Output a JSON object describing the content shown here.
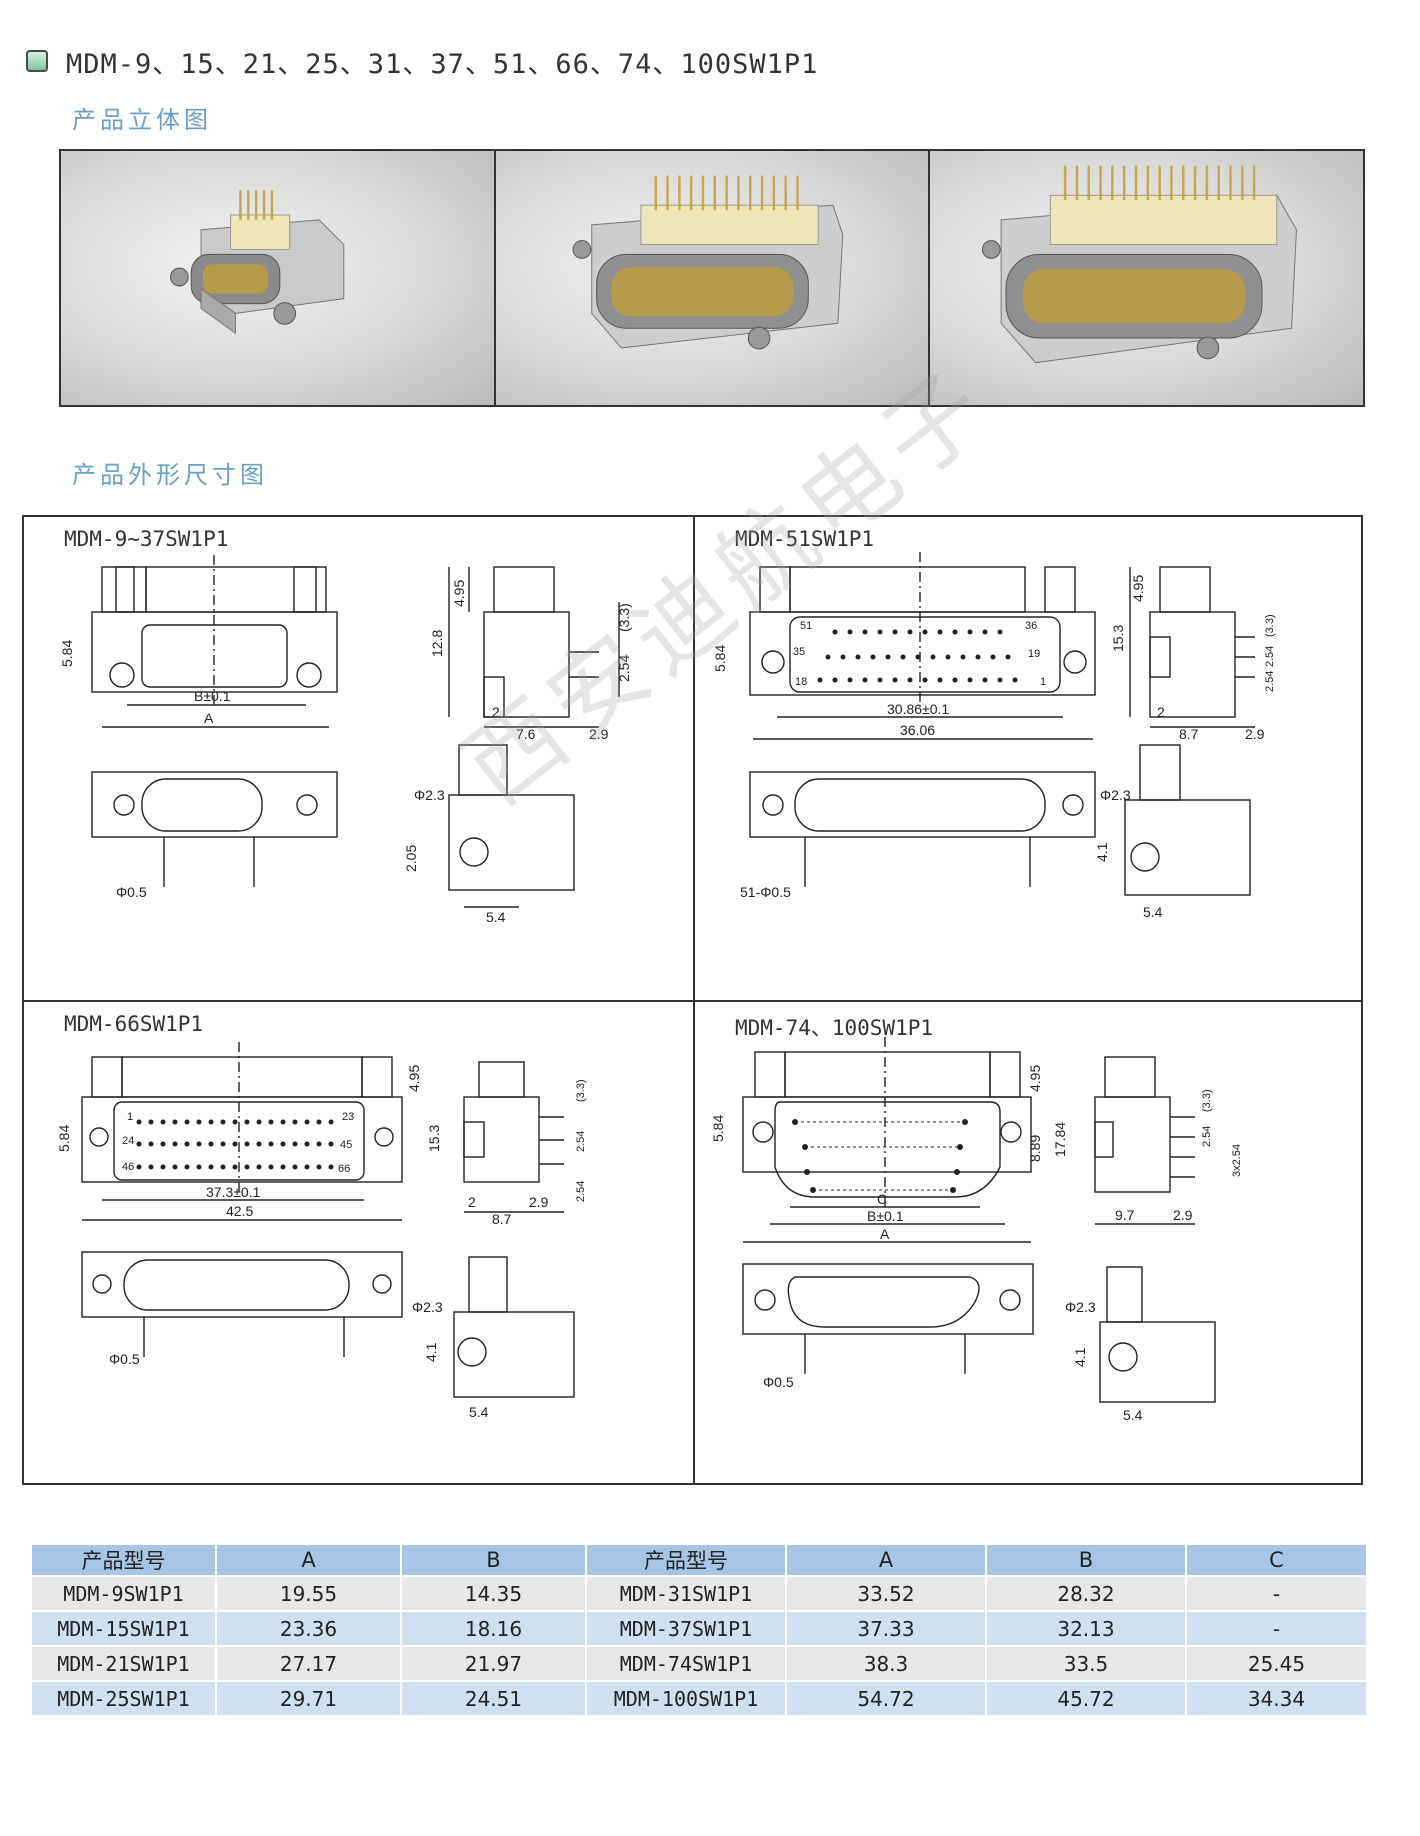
{
  "header": {
    "title": "MDM-9、15、21、25、31、37、51、66、74、100SW1P1"
  },
  "sections": {
    "photos_label": "产品立体图",
    "dimensions_label": "产品外形尺寸图"
  },
  "watermark": "西安迪航电子",
  "drawings": {
    "q1": {
      "title": "MDM-9~37SW1P1",
      "dims": [
        "5.84",
        "B±0.1",
        "A",
        "12.8",
        "4.95",
        "(3.3)",
        "2.54",
        "2",
        "7.6",
        "2.9",
        "Φ2.3",
        "2.05",
        "5.4",
        "Φ0.5"
      ]
    },
    "q2": {
      "title": "MDM-51SW1P1",
      "dims": [
        "5.84",
        "51",
        "36",
        "35",
        "19",
        "18",
        "1",
        "30.86±0.1",
        "36.06",
        "15.3",
        "4.95",
        "(3.3)",
        "2.54",
        "2.54",
        "2",
        "8.7",
        "2.9",
        "Φ2.3",
        "4.1",
        "5.4",
        "51-Φ0.5"
      ]
    },
    "q3": {
      "title": "MDM-66SW1P1",
      "dims": [
        "5.84",
        "1",
        "23",
        "24",
        "45",
        "46",
        "66",
        "37.3±0.1",
        "42.5",
        "4.95",
        "15.3",
        "(3.3)",
        "2.54",
        "2.54",
        "2",
        "8.7",
        "2.9",
        "Φ2.3",
        "4.1",
        "5.4",
        "Φ0.5"
      ]
    },
    "q4": {
      "title": "MDM-74、100SW1P1",
      "dims": [
        "5.84",
        "C",
        "B±0.1",
        "A",
        "4.95",
        "8.89",
        "17.84",
        "(3.3)",
        "2.54",
        "3x2.54",
        "9.7",
        "2.9",
        "Φ2.3",
        "4.1",
        "5.4",
        "Φ0.5"
      ]
    }
  },
  "table": {
    "headers": [
      "产品型号",
      "A",
      "B",
      "产品型号",
      "A",
      "B",
      "C"
    ],
    "rows": [
      [
        "MDM-9SW1P1",
        "19.55",
        "14.35",
        "MDM-31SW1P1",
        "33.52",
        "28.32",
        "-"
      ],
      [
        "MDM-15SW1P1",
        "23.36",
        "18.16",
        "MDM-37SW1P1",
        "37.33",
        "32.13",
        "-"
      ],
      [
        "MDM-21SW1P1",
        "27.17",
        "21.97",
        "MDM-74SW1P1",
        "38.3",
        "33.5",
        "25.45"
      ],
      [
        "MDM-25SW1P1",
        "29.71",
        "24.51",
        "MDM-100SW1P1",
        "54.72",
        "45.72",
        "34.34"
      ]
    ]
  }
}
